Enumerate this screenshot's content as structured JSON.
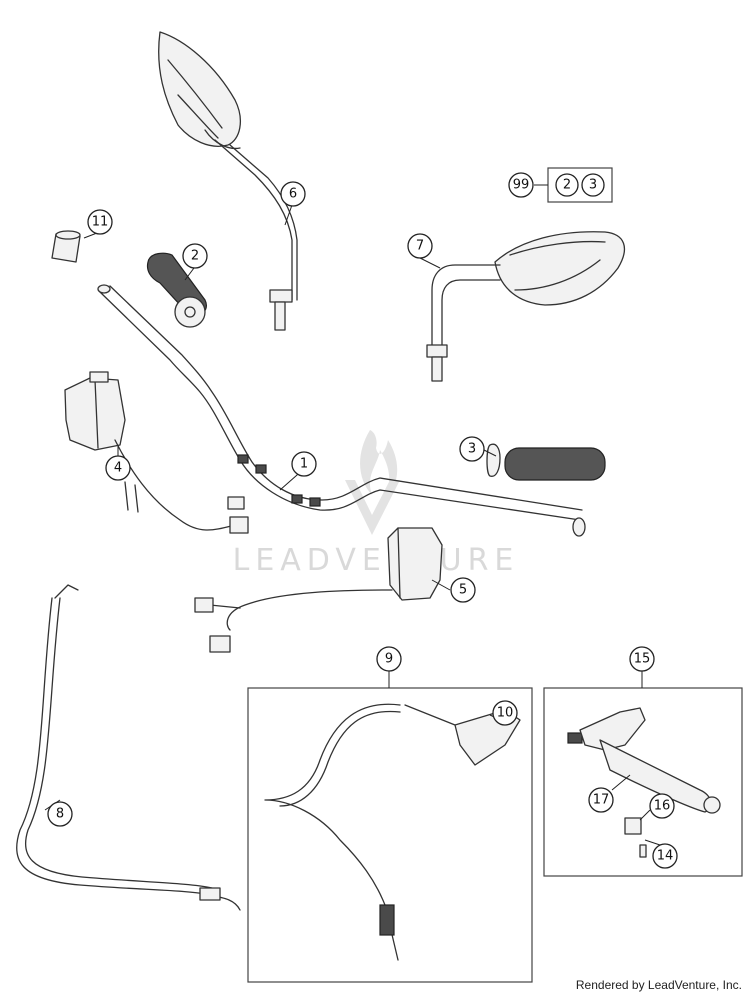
{
  "diagram": {
    "watermark": "LEADVENTURE",
    "footer": "Rendered by LeadVenture, Inc.",
    "callouts": [
      "1",
      "2",
      "3",
      "4",
      "5",
      "6",
      "7",
      "8",
      "9",
      "10",
      "11",
      "14",
      "15",
      "16",
      "17",
      "99"
    ],
    "kit_99_contents": [
      "2",
      "3"
    ]
  }
}
